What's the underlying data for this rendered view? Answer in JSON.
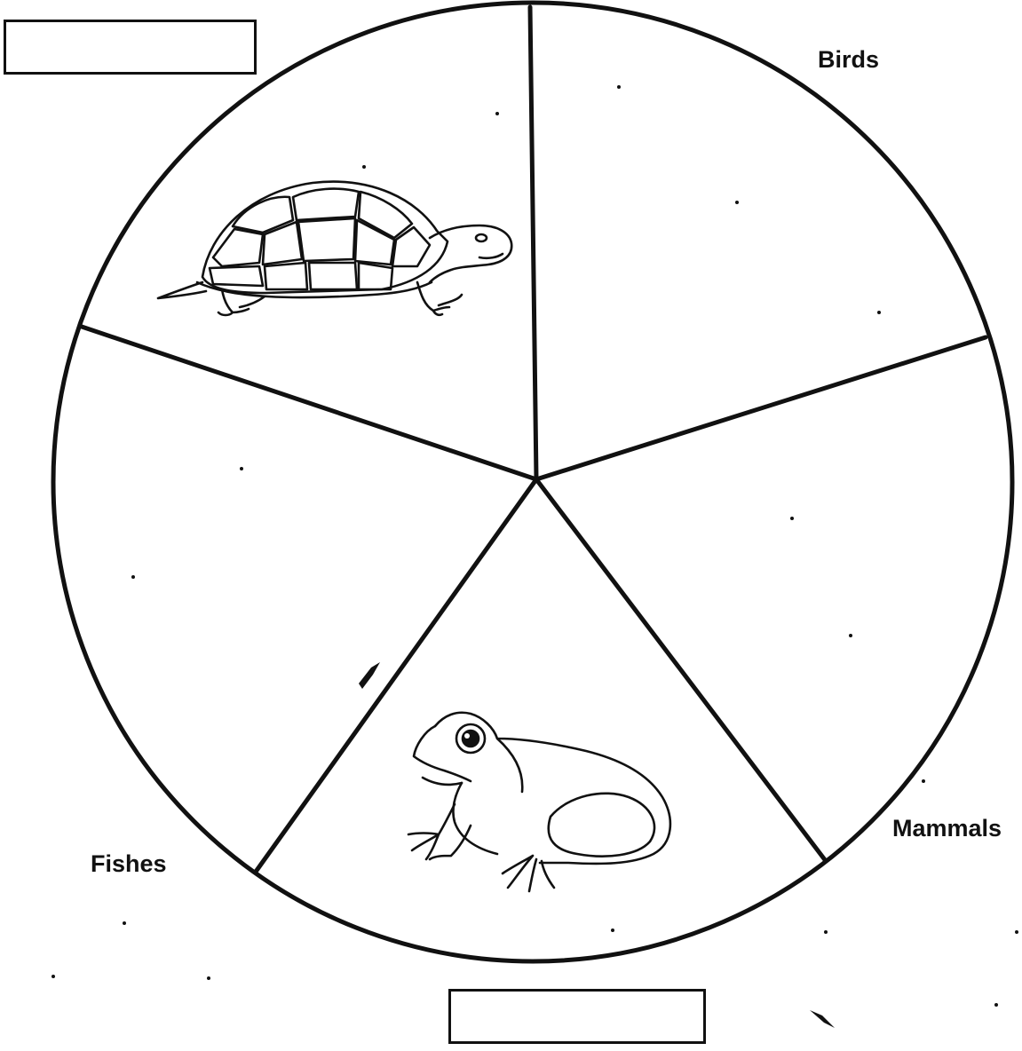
{
  "diagram": {
    "segments": [
      {
        "id": "top-left",
        "label": "",
        "picture": "turtle-icon"
      },
      {
        "id": "top-right",
        "label": "Birds",
        "picture": ""
      },
      {
        "id": "bottom-right",
        "label": "Mammals",
        "picture": ""
      },
      {
        "id": "bottom",
        "label": "",
        "picture": "frog-icon"
      },
      {
        "id": "left",
        "label": "Fishes",
        "picture": ""
      }
    ],
    "labels": {
      "birds": "Birds",
      "mammals": "Mammals",
      "fishes": "Fishes"
    },
    "answer_boxes": {
      "top": "",
      "bottom": ""
    },
    "colors": {
      "ink": "#111111",
      "paper": "#ffffff"
    }
  }
}
